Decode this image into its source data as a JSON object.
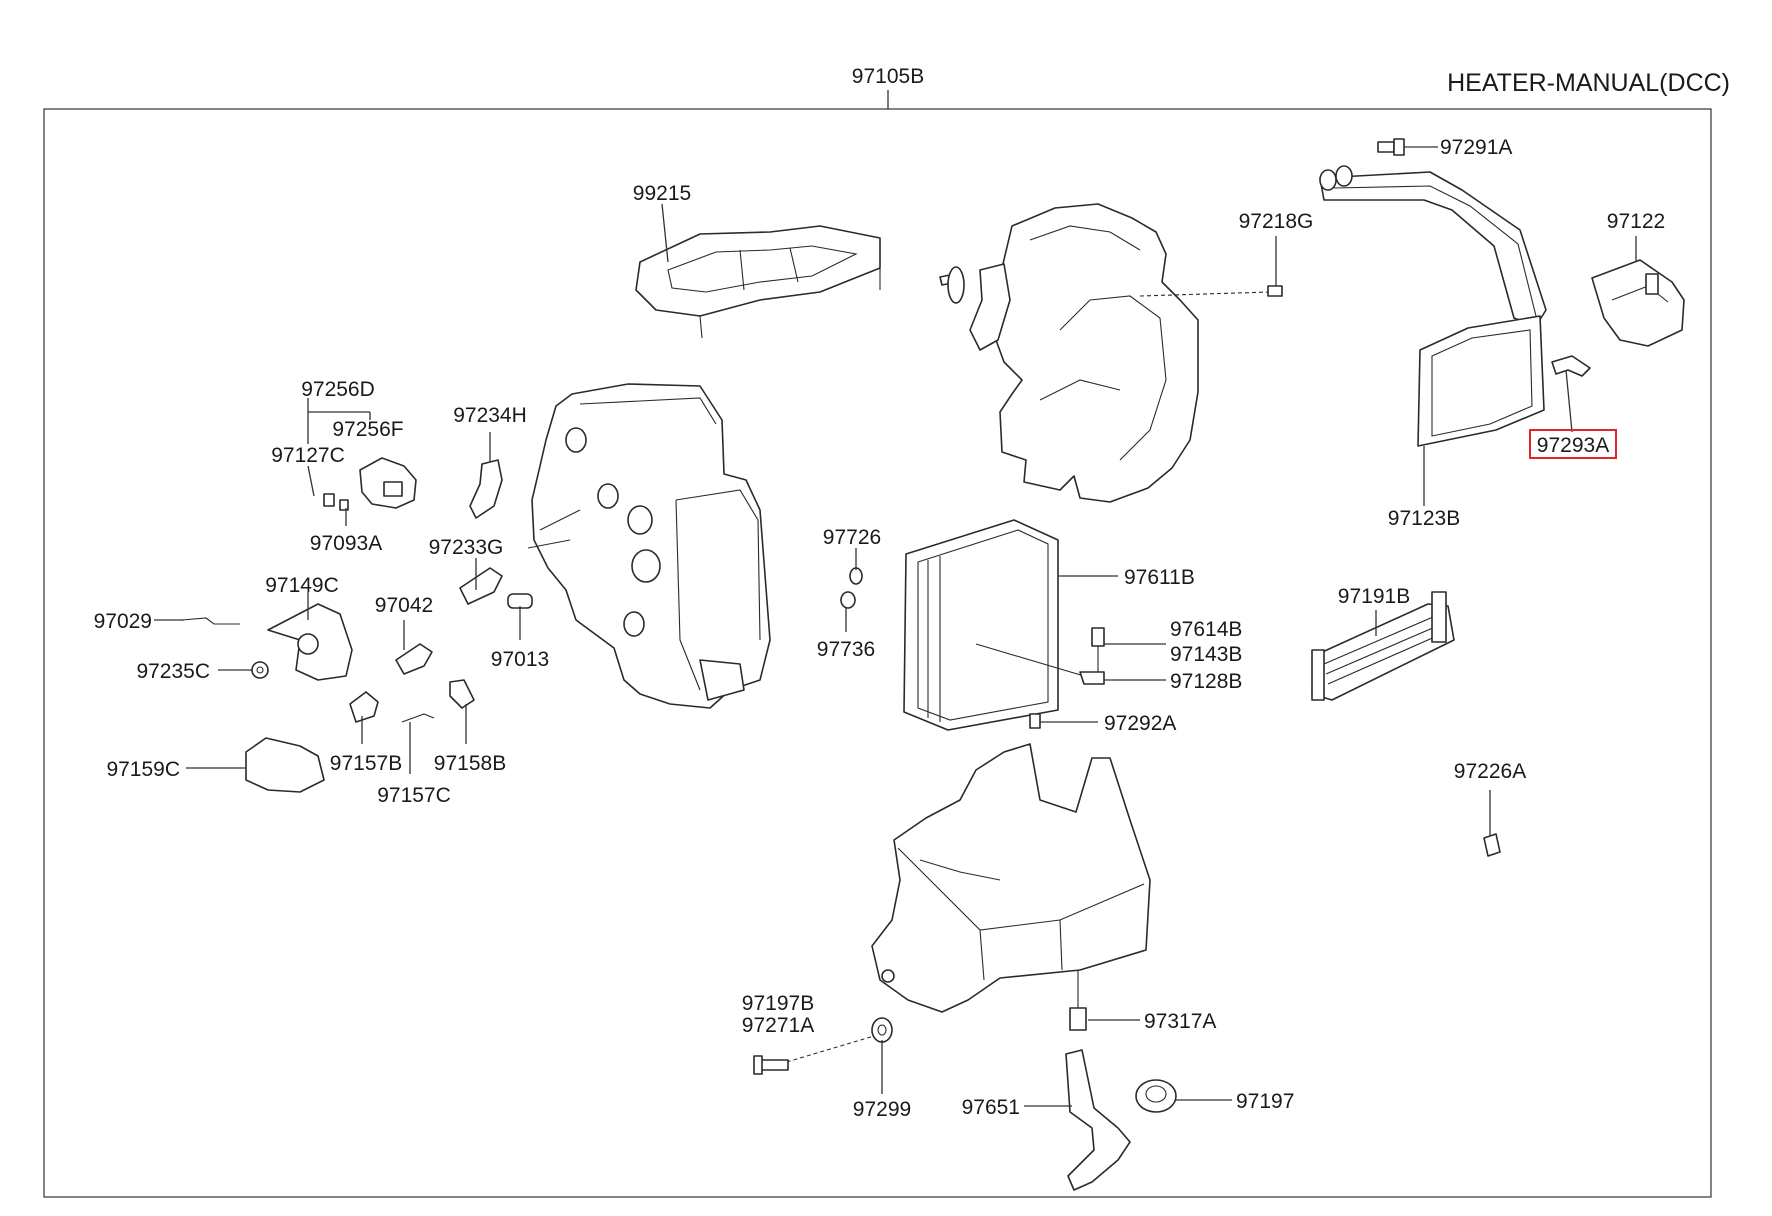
{
  "diagram": {
    "title": "HEATER-MANUAL(DCC)",
    "assembly": "97105B",
    "highlight_color": "#e0262b",
    "highlighted_part": "97293A",
    "parts": {
      "p97105B": "97105B",
      "p99215": "99215",
      "p97218G": "97218G",
      "p97291A": "97291A",
      "p97122": "97122",
      "p97293A": "97293A",
      "p97123B": "97123B",
      "p97256D": "97256D",
      "p97256F": "97256F",
      "p97127C": "97127C",
      "p97093A": "97093A",
      "p97234H": "97234H",
      "p97233G": "97233G",
      "p97149C": "97149C",
      "p97029": "97029",
      "p97042": "97042",
      "p97013": "97013",
      "p97235C": "97235C",
      "p97726": "97726",
      "p97736": "97736",
      "p97611B": "97611B",
      "p97614B": "97614B",
      "p97143B": "97143B",
      "p97128B": "97128B",
      "p97292A": "97292A",
      "p97191B": "97191B",
      "p97226A": "97226A",
      "p97159C": "97159C",
      "p97157B": "97157B",
      "p97158B": "97158B",
      "p97157C": "97157C",
      "p97197B": "97197B",
      "p97271A": "97271A",
      "p97299": "97299",
      "p97317A": "97317A",
      "p97651": "97651",
      "p97197": "97197"
    }
  }
}
